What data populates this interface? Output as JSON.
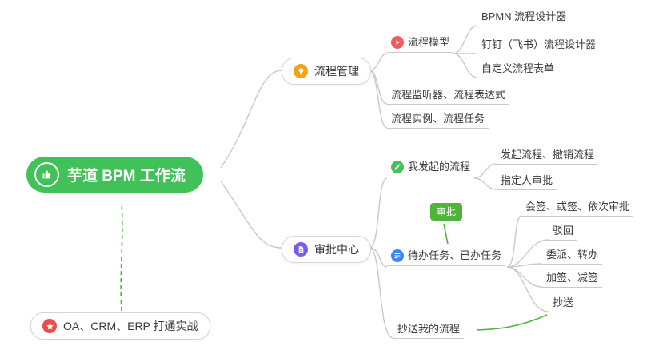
{
  "root": {
    "label": "芋道 BPM 工作流"
  },
  "branch": {
    "process": "流程管理",
    "approval": "审批中心"
  },
  "process": {
    "model": "流程模型",
    "bpmn": "BPMN 流程设计器",
    "dingtalk": "钉钉（飞书）流程设计器",
    "custom_form": "自定义流程表单",
    "listener": "流程监听器、流程表达式",
    "instance": "流程实例、流程任务"
  },
  "approval": {
    "my_initiated": "我发起的流程",
    "initiate_cancel": "发起流程、撤销流程",
    "assignee": "指定人审批",
    "tag": "审批",
    "todo_done": "待办任务、已办任务",
    "countersign": "会签、或签、依次审批",
    "reject": "驳回",
    "delegate": "委派、转办",
    "sign": "加签、减签",
    "cc": "抄送",
    "cc_my": "抄送我的流程"
  },
  "extra": {
    "oa": "OA、CRM、ERP 打通实战"
  },
  "icons": {
    "root": "thumbs-up",
    "process_management": "lightbulb",
    "process_model": "play",
    "approval_center": "document",
    "my_initiated": "pencil",
    "todo_done": "list",
    "oa": "star"
  },
  "colors": {
    "root_green": "#42c158",
    "tag_green": "#4fb53a",
    "arrow_green": "#4fb53a",
    "icon_orange": "#f9a01b",
    "icon_red": "#f15c63",
    "icon_purple": "#7a5af5",
    "icon_green": "#47c159",
    "icon_blue": "#3f83f8",
    "icon_star_red": "#f04b4b",
    "connector_gray": "#c9c9c9"
  }
}
